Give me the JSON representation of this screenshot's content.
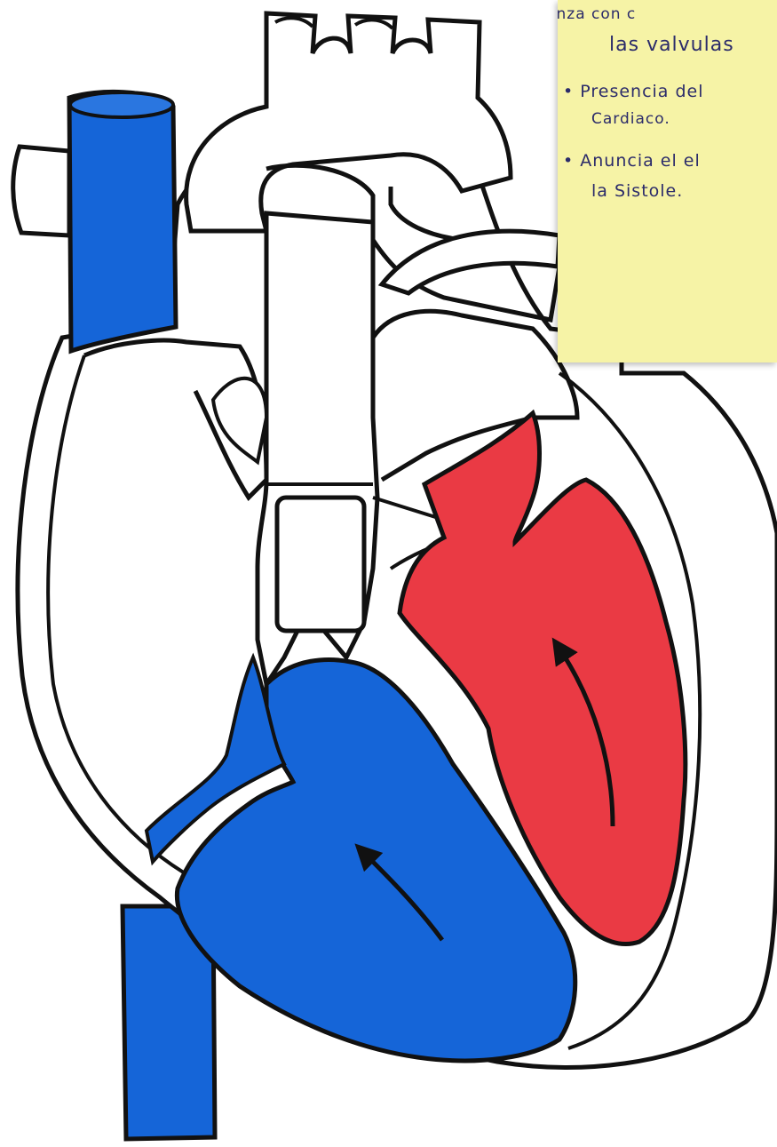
{
  "sticky_note": {
    "lines": [
      "comienza con c",
      "las valvulas",
      "• Presencia del",
      "Cardiaco.",
      "• Anuncia el el",
      "la Sistole."
    ]
  },
  "colors": {
    "deoxygenated": "#1565d8",
    "oxygenated": "#ea3a44",
    "outline": "#111111",
    "note": "#f6f3a6",
    "note_text": "#2b2b6a"
  },
  "arrows": [
    "up-arrow-right-ventricle",
    "up-arrow-left-ventricle"
  ]
}
